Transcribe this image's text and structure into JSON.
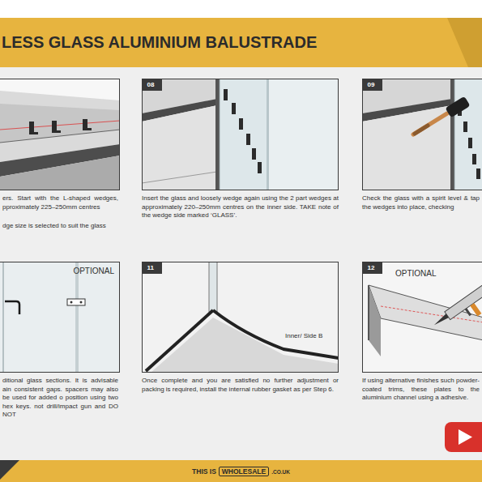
{
  "diagram": {
    "title": "LESS GLASS ALUMINIUM BALUSTRADE",
    "nodes": [
      {
        "text": [
          "ers. Start with the L-shaped wedges, pproximately 225–250mm centres",
          "dge size is selected to suit the glass"
        ]
      },
      {
        "text": [
          "08",
          "Insert the glass and loosely wedge again using the 2 part wedges at approximately 220–250mm centres on the inner side. TAKE note of the wedge side marked ‘GLASS’."
        ]
      },
      {
        "text": [
          "09",
          "Check the glass with a spirit level & tap the wedges into place, checking"
        ]
      },
      {
        "text": [
          "OPTIONAL",
          "ditional glass sections. It is advisable ain consistent gaps. spacers may also be used for added o position using two hex keys. not drill/impact gun and DO NOT"
        ]
      },
      {
        "text": [
          "11",
          "Once complete and you are satisfied no further adjustment or packing is required, install the internal rubber gasket as per Step 6."
        ]
      },
      {
        "text": [
          "12",
          "OPTIONAL",
          "If using alternative finishes such powder-coated trims, these plates to the aluminium channel using a adhesive."
        ]
      },
      {
        "text": [
          "WHOLESALE"
        ]
      }
    ],
    "labels": [
      "Inner/ Side B",
      "THIS IS",
      ".CO.UK"
    ]
  }
}
